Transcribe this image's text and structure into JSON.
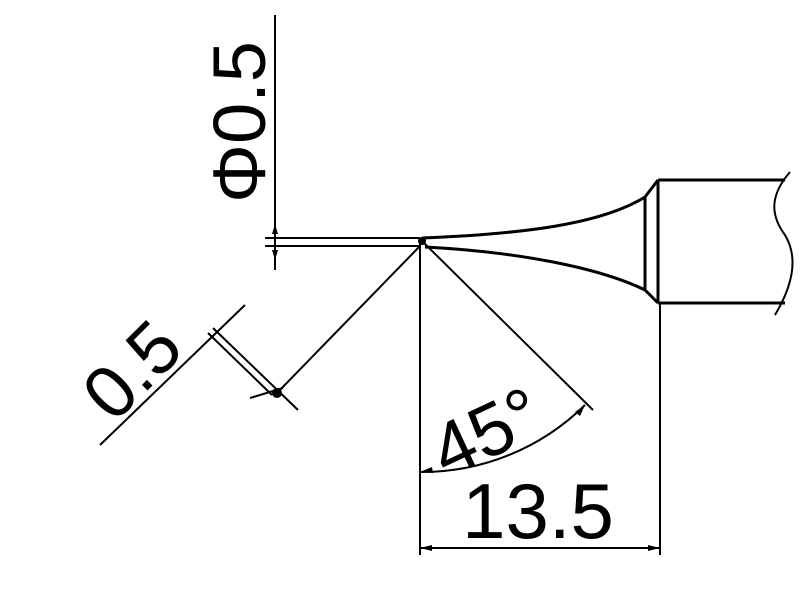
{
  "drawing": {
    "tip_diameter_label": "Φ0.5",
    "tip_flat_label": "0.5",
    "angle_label": "45°",
    "length_label": "13.5"
  },
  "colors": {
    "line": "#000000",
    "background": "#ffffff"
  }
}
